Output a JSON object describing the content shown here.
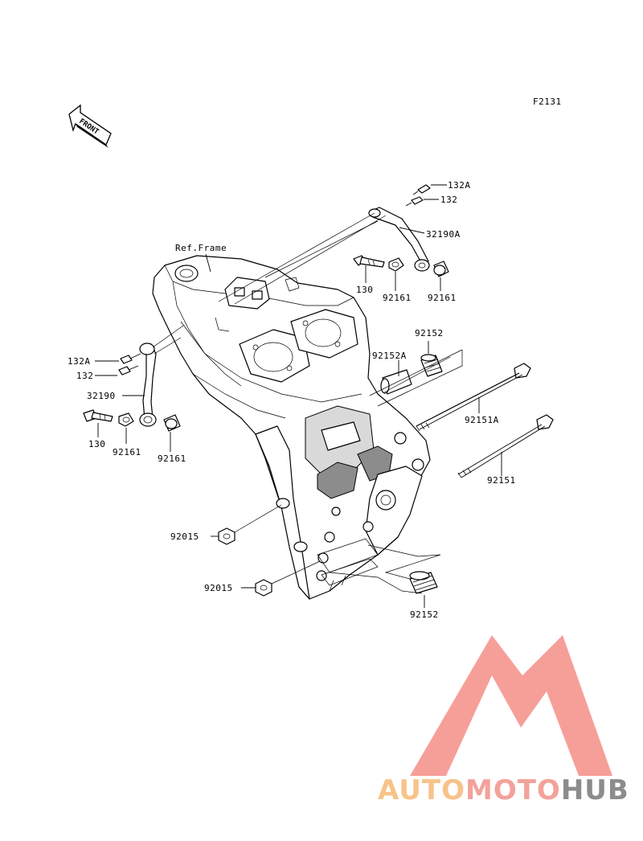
{
  "diagram_code": "F2131",
  "front_label": "FRONT",
  "ref_frame_label": "Ref.Frame",
  "labels": {
    "p132A_top": "132A",
    "p132_top": "132",
    "p32190A": "32190A",
    "p130_right": "130",
    "p92161_right_a": "92161",
    "p92161_right_b": "92161",
    "p92152_top": "92152",
    "p92152A": "92152A",
    "p92151A": "92151A",
    "p92151": "92151",
    "p132A_left": "132A",
    "p132_left": "132",
    "p32190": "32190",
    "p130_left": "130",
    "p92161_left_a": "92161",
    "p92161_left_b": "92161",
    "p92015_a": "92015",
    "p92015_b": "92015",
    "p92152_bottom": "92152"
  },
  "watermark": {
    "part1": "AUTO",
    "part2": "MOTO",
    "part3": "HUB",
    "color1": "#f7c38a",
    "color2": "#f3a29a",
    "color3": "#8c8c8c",
    "logo_color": "#f59a94"
  }
}
